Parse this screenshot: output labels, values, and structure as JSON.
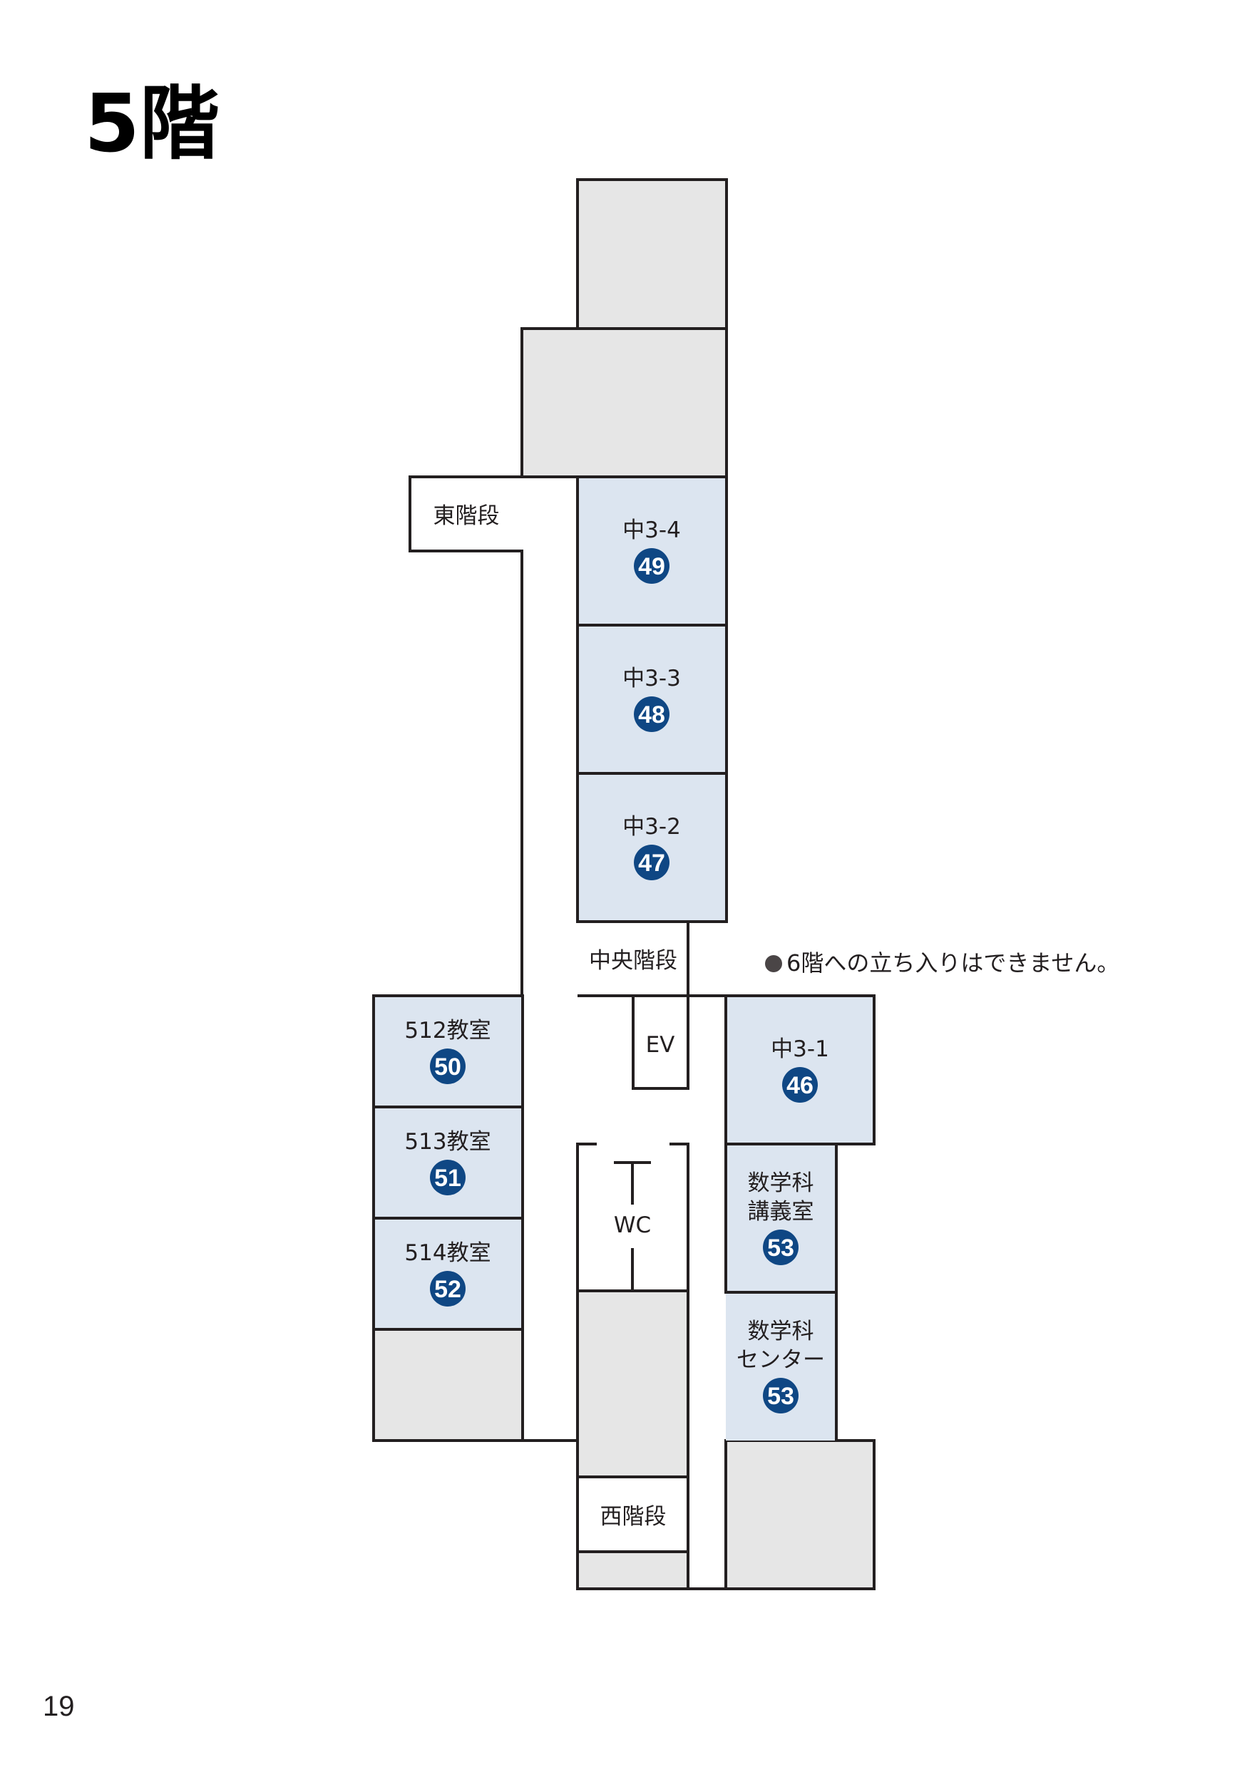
{
  "page": {
    "title": "5階",
    "number": "19",
    "note": "6階への立ち入りはできません。"
  },
  "colors": {
    "room_fill": "#dce5f0",
    "gray_fill": "#e6e6e6",
    "badge": "#0f4784",
    "line": "#231f20"
  },
  "rooms": {
    "naka_3_4": {
      "name": "中3-4",
      "number": "49"
    },
    "naka_3_3": {
      "name": "中3-3",
      "number": "48"
    },
    "naka_3_2": {
      "name": "中3-2",
      "number": "47"
    },
    "naka_3_1": {
      "name": "中3-1",
      "number": "46"
    },
    "room_512": {
      "name": "512教室",
      "number": "50"
    },
    "room_513": {
      "name": "513教室",
      "number": "51"
    },
    "room_514": {
      "name": "514教室",
      "number": "52"
    },
    "math_lecture": {
      "line1": "数学科",
      "line2": "講義室",
      "number": "53"
    },
    "math_center": {
      "line1": "数学科",
      "line2": "センター",
      "number": "53"
    }
  },
  "facilities": {
    "east_stairs": "東階段",
    "central_stairs": "中央階段",
    "west_stairs": "西階段",
    "elevator": "EV",
    "toilet": "WC"
  }
}
